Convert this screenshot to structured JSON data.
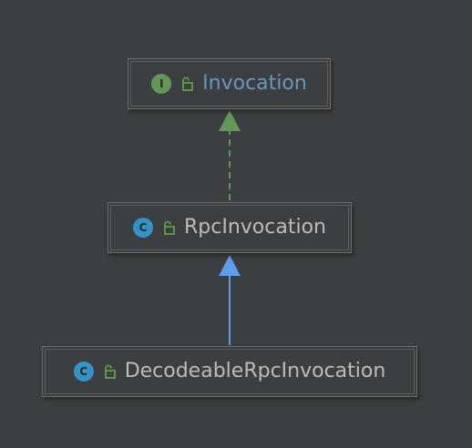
{
  "diagram": {
    "nodes": [
      {
        "id": "invocation",
        "label": "Invocation",
        "kind": "interface",
        "badge": "I",
        "icon": "unlocked-padlock-icon"
      },
      {
        "id": "rpcinvocation",
        "label": "RpcInvocation",
        "kind": "class",
        "badge": "C",
        "icon": "unlocked-padlock-icon"
      },
      {
        "id": "decodeable",
        "label": "DecodeableRpcInvocation",
        "kind": "class",
        "badge": "C",
        "icon": "unlocked-padlock-icon"
      }
    ],
    "edges": [
      {
        "from": "rpcinvocation",
        "to": "invocation",
        "type": "implements",
        "style": "dashed",
        "color": "#629755"
      },
      {
        "from": "decodeable",
        "to": "rpcinvocation",
        "type": "extends",
        "style": "solid",
        "color": "#5c9eed"
      }
    ]
  },
  "colors": {
    "background": "#3c3f41",
    "interface_badge": "#629755",
    "class_badge": "#3592c4",
    "interface_text": "#6897bb",
    "class_text": "#bbbbbb",
    "lock": "#5f9e4a"
  }
}
